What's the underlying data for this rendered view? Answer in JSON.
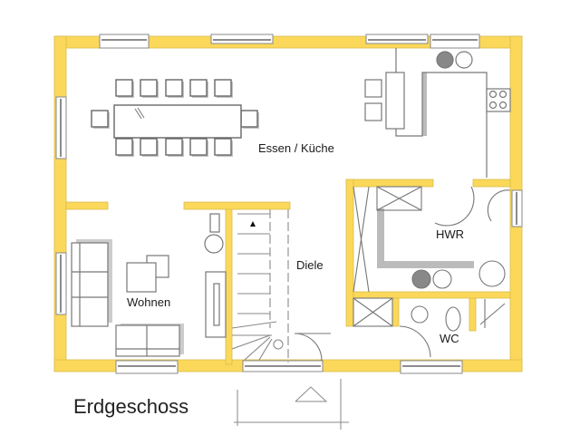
{
  "plan": {
    "title": "Erdgeschoss",
    "wall_color": "#fbd85a",
    "wall_edge_color": "#c8b04a",
    "furniture_color": "#777777",
    "shadow_color": "#b8b8b8",
    "rooms": [
      {
        "id": "essen-kueche",
        "label": "Essen / Küche"
      },
      {
        "id": "wohnen",
        "label": "Wohnen"
      },
      {
        "id": "diele",
        "label": "Diele"
      },
      {
        "id": "hwr",
        "label": "HWR"
      },
      {
        "id": "wc",
        "label": "WC"
      }
    ]
  }
}
